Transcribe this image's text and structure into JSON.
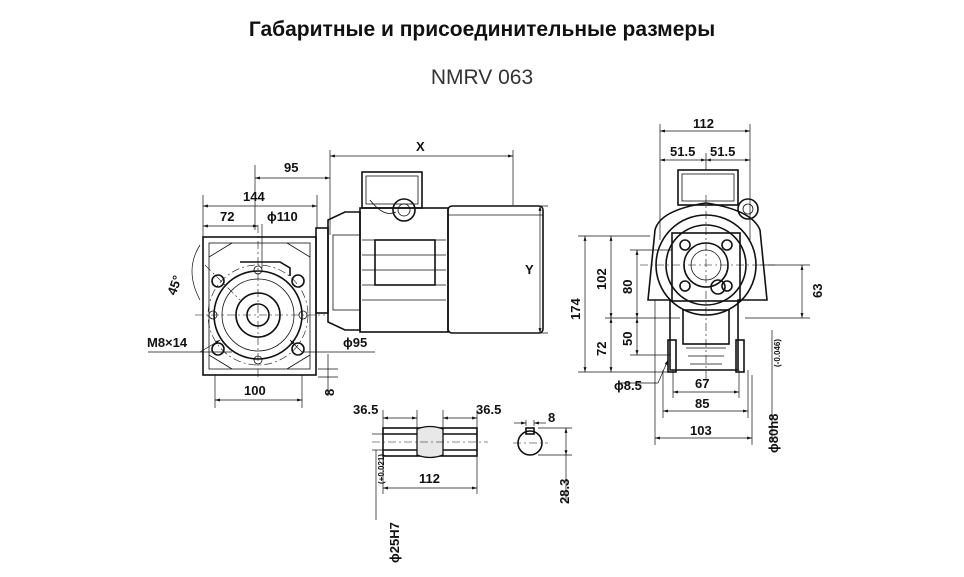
{
  "title": "Габаритные и присоединительные размеры",
  "subtitle": "NMRV 063",
  "dimensions": {
    "d95_top": "95",
    "x": "X",
    "d144": "144",
    "d72": "72",
    "phi110": "ϕ110",
    "y": "Y",
    "angle45": "45°",
    "m8x14": "M8×14",
    "phi95": "ϕ95",
    "d100": "100",
    "d8_left": "8",
    "d112_top": "112",
    "d51_5_a": "51.5",
    "d51_5_b": "51.5",
    "d174": "174",
    "d102": "102",
    "d80": "80",
    "d72_side": "72",
    "d50": "50",
    "d63": "63",
    "phi8_5": "ϕ8.5",
    "d67": "67",
    "d85": "85",
    "d103": "103",
    "phi80h8": "ϕ80h8",
    "phi80h8_tol": "(-0.046)",
    "d36_5_a": "36.5",
    "d36_5_b": "36.5",
    "d112_shaft": "112",
    "phi25h7": "ϕ25H7",
    "phi25h7_tol": "(+0.021)",
    "d8_key": "8",
    "d28_3": "28.3"
  }
}
